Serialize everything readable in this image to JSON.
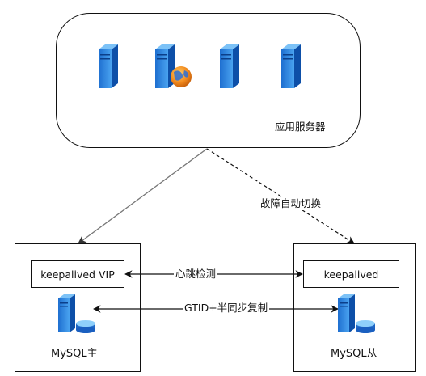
{
  "app_server": {
    "label": "应用服务器",
    "icons": [
      "server-icon",
      "web-server-icon",
      "server-icon",
      "server-icon"
    ]
  },
  "edges": {
    "failover_label": "故障自动切换",
    "heartbeat_label": "心跳检测",
    "replication_label": "GTID+半同步复制"
  },
  "master": {
    "label": "MySQL主",
    "keepalived_label": "keepalived VIP",
    "icon": "database-server-icon"
  },
  "slave": {
    "label": "MySQL从",
    "keepalived_label": "keepalived",
    "icon": "database-server-icon"
  }
}
